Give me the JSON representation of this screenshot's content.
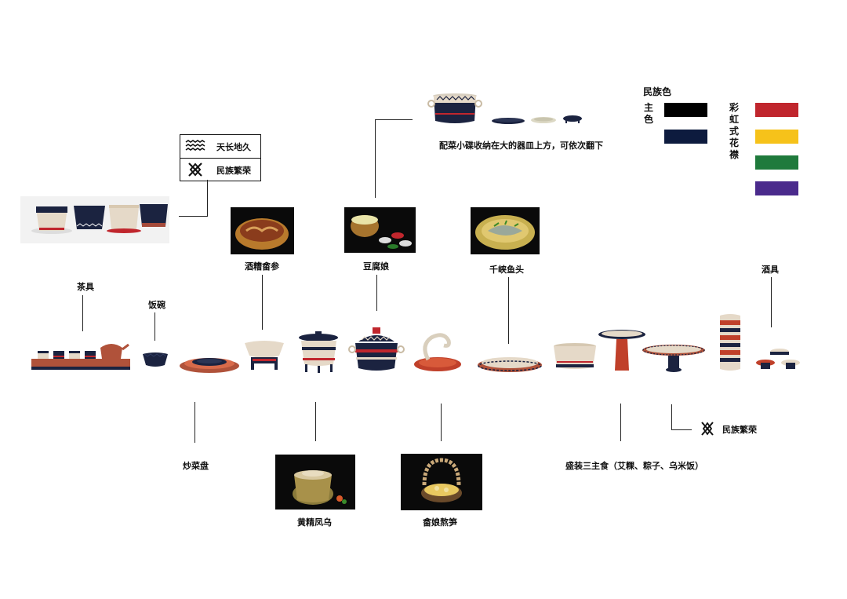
{
  "legend": {
    "pattern_1": "天长地久",
    "pattern_2": "民族繁荣"
  },
  "color_legend": {
    "title": "民族色",
    "main_label": "主色",
    "main_colors": [
      "#000000",
      "#0d1b3e"
    ],
    "rainbow_label": "彩虹式花襟",
    "rainbow_colors": [
      "#c0262d",
      "#f6c21a",
      "#1f7a3c",
      "#4a2a8c"
    ]
  },
  "top_note": "配菜小碟收纳在大的器皿上方，可依次翻下",
  "dishes": {
    "jiuzao": "酒糟畲参",
    "doufu": "豆腐娘",
    "qianxia": "千峡鱼头",
    "huangjing": "黄精凤乌",
    "shebiao": "畲娘熬笋"
  },
  "wares": {
    "tea": "茶具",
    "rice_bowl": "饭碗",
    "wine": "酒具",
    "stir_plate": "炒菜盘",
    "three_staples": "盛装三主食（艾粿、粽子、乌米饭）",
    "prosperity": "民族繁荣"
  }
}
